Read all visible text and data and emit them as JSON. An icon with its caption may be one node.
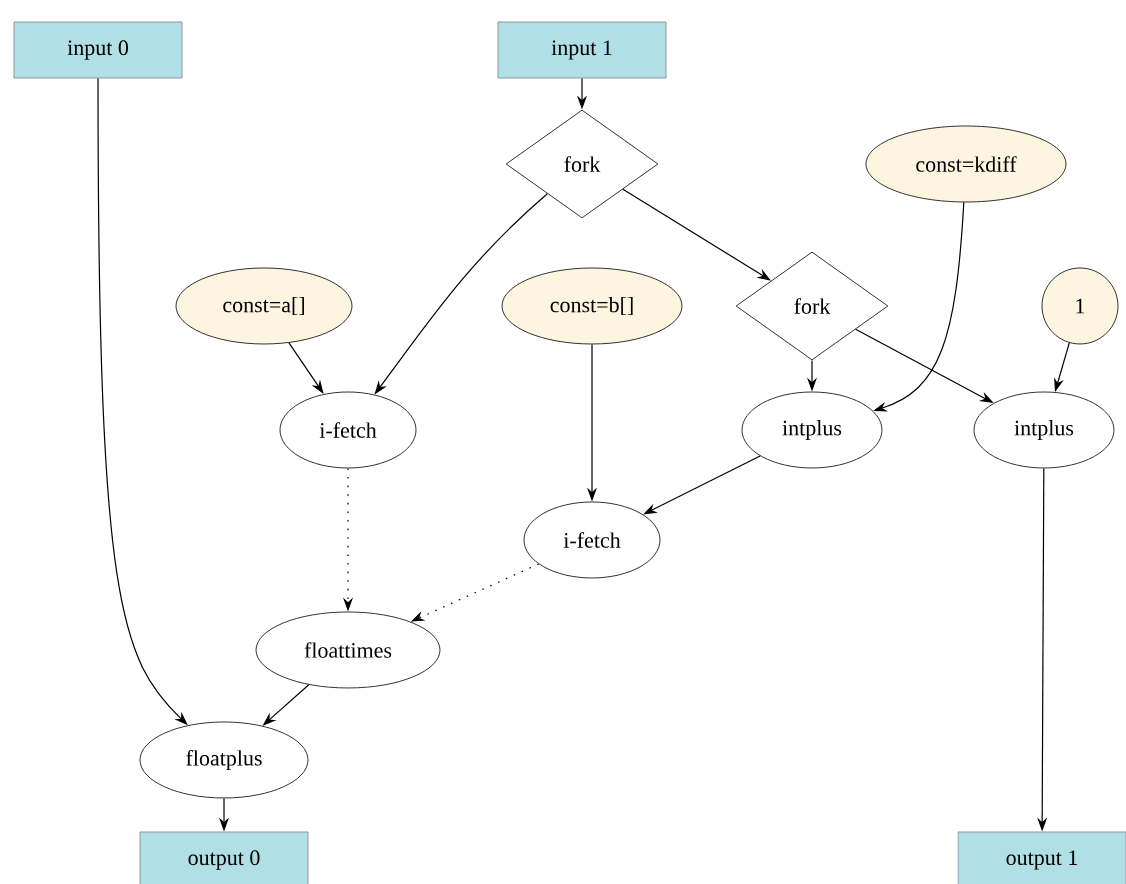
{
  "diagram": {
    "nodes": [
      {
        "text": [
          "input 0"
        ]
      },
      {
        "text": [
          "input 1"
        ]
      },
      {
        "text": [
          "fork"
        ]
      },
      {
        "text": [
          "const=kdiff"
        ]
      },
      {
        "text": [
          "const=a[]"
        ]
      },
      {
        "text": [
          "const=b[]"
        ]
      },
      {
        "text": [
          "fork"
        ]
      },
      {
        "text": [
          "1"
        ]
      },
      {
        "text": [
          "i-fetch"
        ]
      },
      {
        "text": [
          "intplus"
        ]
      },
      {
        "text": [
          "intplus"
        ]
      },
      {
        "text": [
          "i-fetch"
        ]
      },
      {
        "text": [
          "floattimes"
        ]
      },
      {
        "text": [
          "floatplus"
        ]
      },
      {
        "text": [
          "output 0"
        ]
      },
      {
        "text": [
          "output 1"
        ]
      }
    ],
    "edges": [
      {
        "from": 0,
        "to": 13,
        "arrow": "to"
      },
      {
        "from": 1,
        "to": 2,
        "arrow": "to"
      },
      {
        "from": 2,
        "to": 8,
        "arrow": "to"
      },
      {
        "from": 2,
        "to": 6,
        "arrow": "to"
      },
      {
        "from": 3,
        "to": 9,
        "arrow": "to"
      },
      {
        "from": 4,
        "to": 8,
        "arrow": "to"
      },
      {
        "from": 5,
        "to": 11,
        "arrow": "to"
      },
      {
        "from": 6,
        "to": 9,
        "arrow": "to"
      },
      {
        "from": 6,
        "to": 10,
        "arrow": "to"
      },
      {
        "from": 7,
        "to": 10,
        "arrow": "to"
      },
      {
        "from": 9,
        "to": 11,
        "arrow": "to"
      },
      {
        "from": 8,
        "to": 12,
        "arrow": "to",
        "style": "dashed"
      },
      {
        "from": 11,
        "to": 12,
        "arrow": "to",
        "style": "dashed"
      },
      {
        "from": 12,
        "to": 13,
        "arrow": "to"
      },
      {
        "from": 10,
        "to": 15,
        "arrow": "to"
      },
      {
        "from": 13,
        "to": 14,
        "arrow": "to"
      }
    ]
  }
}
